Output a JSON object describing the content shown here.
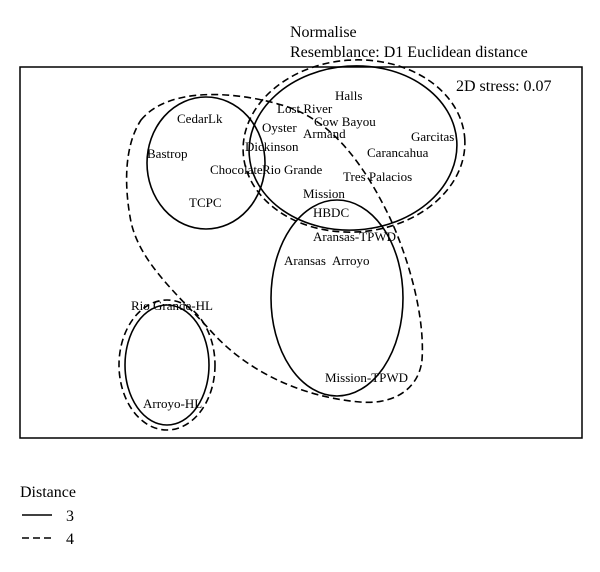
{
  "chart_data": {
    "type": "scatter",
    "header": {
      "transform": "Normalise",
      "resemblance": "Resemblance: D1 Euclidean distance"
    },
    "stress_label": "2D stress: 0.07",
    "sites": [
      {
        "name": "Halls"
      },
      {
        "name": "Lost River"
      },
      {
        "name": "Cow Bayou"
      },
      {
        "name": "Oyster"
      },
      {
        "name": "Armand"
      },
      {
        "name": "Garcitas"
      },
      {
        "name": "Dickinson"
      },
      {
        "name": "Carancahua"
      },
      {
        "name": "CedarLk"
      },
      {
        "name": "Bastrop"
      },
      {
        "name": "Chocolate"
      },
      {
        "name": "Rio Grande"
      },
      {
        "name": "Tres Palacios"
      },
      {
        "name": "Mission"
      },
      {
        "name": "TCPC"
      },
      {
        "name": "HBDC"
      },
      {
        "name": "Aransas-TPWD"
      },
      {
        "name": "Aransas"
      },
      {
        "name": "Arroyo"
      },
      {
        "name": "Rio Grande-HL"
      },
      {
        "name": "Mission-TPWD"
      },
      {
        "name": "Arroyo-HL"
      }
    ],
    "legend": {
      "title": "Distance",
      "entries": [
        {
          "label": "3",
          "style": "solid"
        },
        {
          "label": "4",
          "style": "dashed"
        }
      ]
    },
    "clusters_distance_3": [
      [
        "CedarLk",
        "Bastrop",
        "Chocolate",
        "TCPC"
      ],
      [
        "Halls",
        "Lost River",
        "Cow Bayou",
        "Oyster",
        "Armand",
        "Garcitas",
        "Dickinson",
        "Carancahua",
        "Rio Grande",
        "Tres Palacios",
        "Mission"
      ],
      [
        "HBDC",
        "Aransas-TPWD",
        "Aransas",
        "Arroyo",
        "Mission-TPWD"
      ],
      [
        "Rio Grande-HL",
        "Arroyo-HL"
      ]
    ],
    "clusters_distance_4": [
      [
        "Halls",
        "Lost River",
        "Cow Bayou",
        "Oyster",
        "Armand",
        "Garcitas",
        "Dickinson",
        "Carancahua",
        "Rio Grande",
        "Tres Palacios",
        "Mission"
      ],
      [
        "CedarLk",
        "Bastrop",
        "Chocolate",
        "TCPC",
        "HBDC",
        "Aransas-TPWD",
        "Aransas",
        "Arroyo",
        "Mission-TPWD"
      ],
      [
        "Rio Grande-HL",
        "Arroyo-HL"
      ]
    ],
    "colors": {
      "ink": "#000000",
      "background": "#ffffff"
    }
  }
}
